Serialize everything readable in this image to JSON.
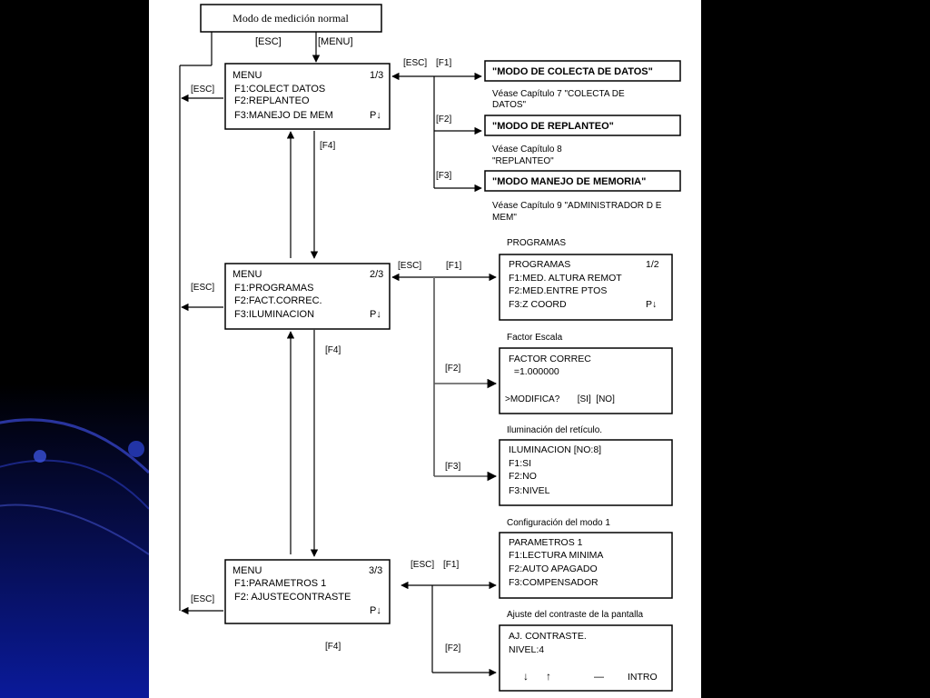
{
  "title": "Modo de medición normal",
  "accent": "#0a1a9a",
  "top_keys": {
    "esc": "[ESC]",
    "menu": "[MENU]"
  },
  "menu1": {
    "header": "MENU",
    "page": "1/3",
    "lines": [
      "F1:COLECT DATOS",
      "F2:REPLANTEO",
      "F3:MANEJO DE MEM"
    ],
    "p_down": "P↓",
    "esc_left": "[ESC]",
    "key_esc": "[ESC]",
    "key_f1": "[F1]",
    "key_f2": "[F2]",
    "key_f3": "[F3]",
    "key_f4": "[F4]"
  },
  "modes": [
    {
      "box": "\"MODO DE COLECTA DE DATOS\"",
      "note": [
        "Véase Capítulo 7 \"COLECTA  DE",
        "DATOS\""
      ]
    },
    {
      "box": "\"MODO DE REPLANTEO\"",
      "note": [
        "Véase Capítulo 8",
        "\"REPLANTEO\""
      ]
    },
    {
      "box": "\"MODO MANEJO DE  MEMORIA\"",
      "note": [
        "Véase Capítulo 9 \"ADMINISTRADOR D E",
        "MEM\""
      ]
    }
  ],
  "menu2": {
    "header": "MENU",
    "page": "2/3",
    "lines": [
      "F1:PROGRAMAS",
      "F2:FACT.CORREC.",
      "F3:ILUMINACION"
    ],
    "p_down": "P↓",
    "esc_left": "[ESC]",
    "key_esc": "[ESC]",
    "key_f1": "[F1]",
    "key_f2": "[F2]",
    "key_f3": "[F3]",
    "key_f4": "[F4]"
  },
  "programas": {
    "caption": "PROGRAMAS",
    "header": "PROGRAMAS",
    "page": "1/2",
    "lines": [
      "F1:MED. ALTURA REMOT",
      "F2:MED.ENTRE PTOS",
      "F3:Z COORD"
    ],
    "p_down": "P↓"
  },
  "factor": {
    "caption": "Factor Escala",
    "lines": [
      "FACTOR CORREC",
      "  =1.000000",
      "",
      ">MODIFICA?       [SI]  [NO]"
    ]
  },
  "ilum": {
    "caption": "Iluminación del retículo.",
    "lines": [
      "ILUMINACION [NO:8]",
      "F1:SI",
      "F2:NO",
      "F3:NIVEL"
    ]
  },
  "menu3": {
    "header": "MENU",
    "page": "3/3",
    "lines": [
      "F1:PARAMETROS 1",
      "F2: AJUSTECONTRASTE"
    ],
    "p_down": "P↓",
    "esc_left": "[ESC]",
    "key_esc": "[ESC]",
    "key_f1": "[F1]",
    "key_f2": "[F2]",
    "key_f4": "[F4]"
  },
  "param": {
    "caption": "Configuración del modo 1",
    "lines": [
      "PARAMETROS 1",
      "F1:LECTURA MINIMA",
      "F2:AUTO APAGADO",
      "F3:COMPENSADOR"
    ]
  },
  "contrast": {
    "caption": "Ajuste del contraste de la pantalla",
    "lines": [
      "AJ. CONTRASTE.",
      "NIVEL:4"
    ],
    "keys": {
      "down": "↓",
      "up": "↑",
      "dash": "—",
      "intro": "INTRO"
    }
  }
}
